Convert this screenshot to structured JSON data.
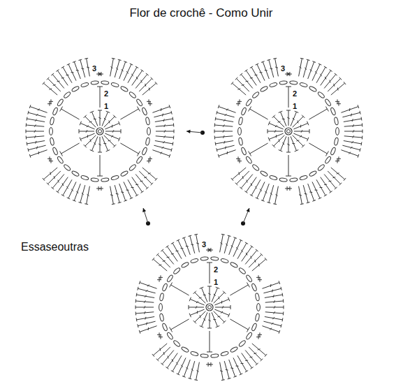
{
  "diagram": {
    "title": "Flor de crochê - Como Unir",
    "labels": [
      "Essaseoutras",
      "3",
      "2",
      "1",
      "3",
      "2",
      "1",
      "3",
      "2",
      "1"
    ]
  }
}
